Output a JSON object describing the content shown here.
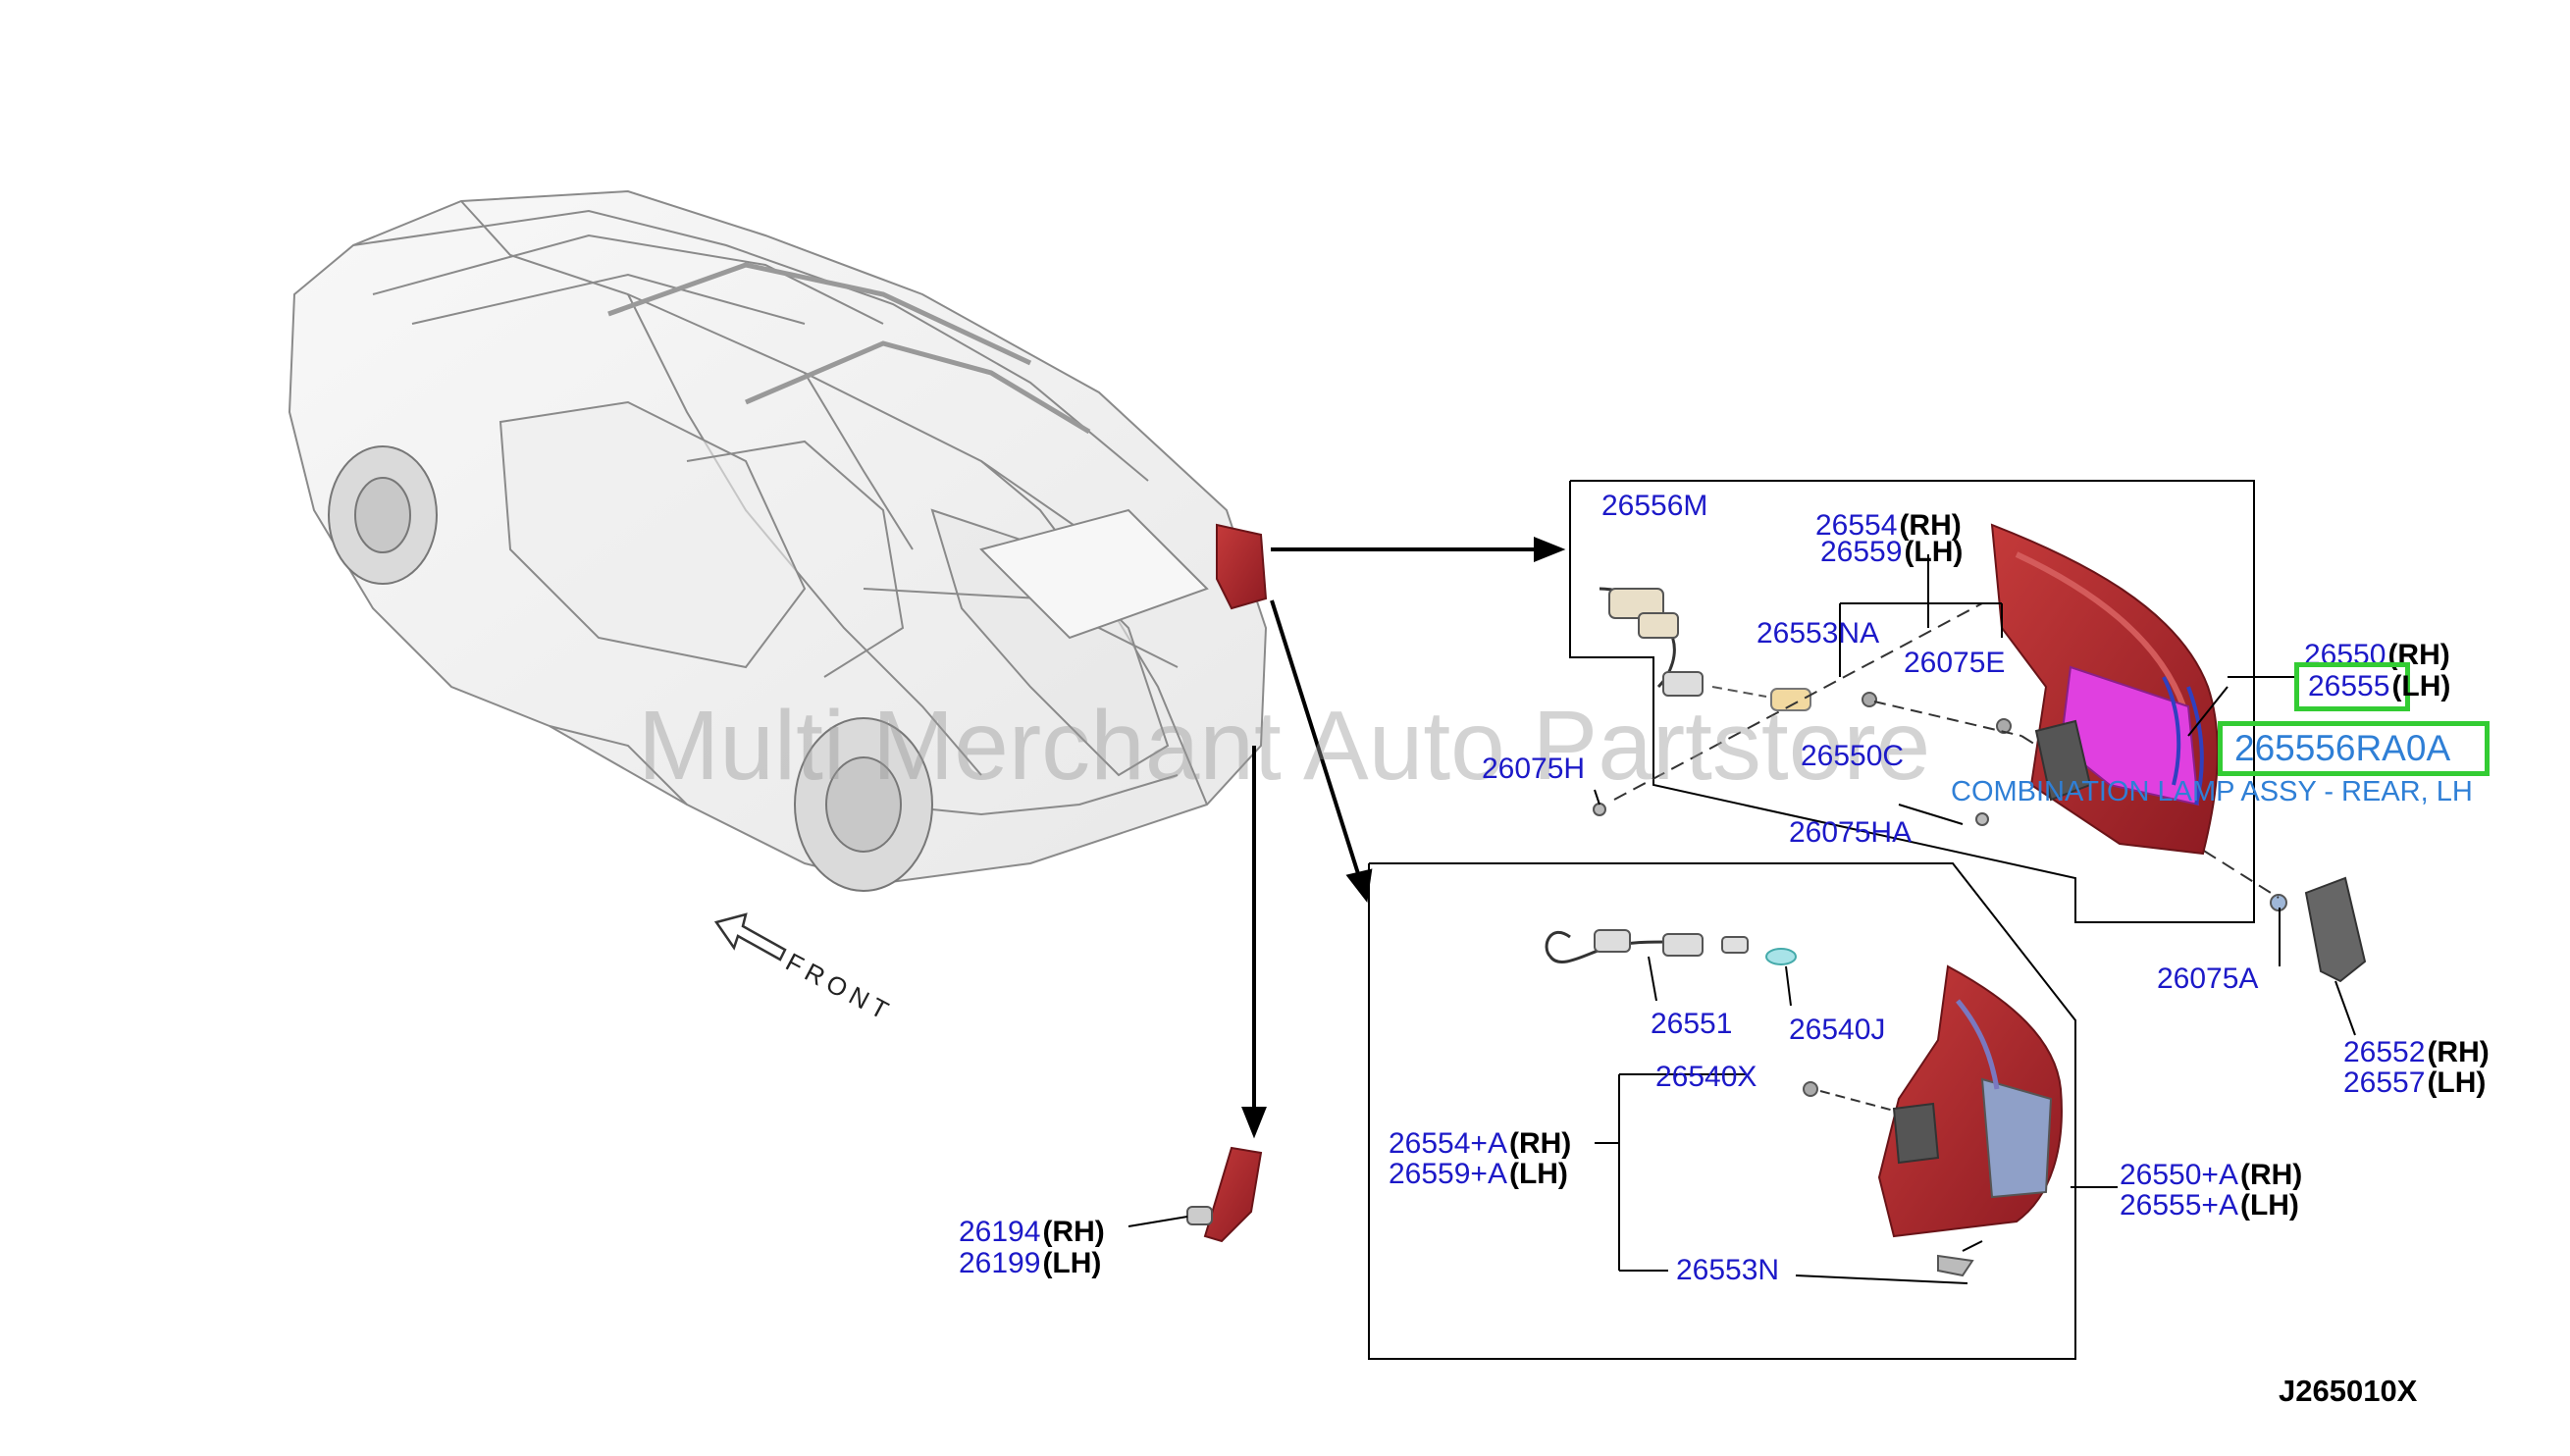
{
  "watermark": "Multi Merchant Auto Partstore",
  "front_label": "FRONT",
  "diagram_code": "J265010X",
  "selected": {
    "part_number": "265556RA0A",
    "description": "COMBINATION LAMP ASSY - REAR, LH",
    "highlight_color": "#33cc33",
    "text_color": "#2f7fd6"
  },
  "colors": {
    "part_number": "#1c19c8",
    "lamp_red": "#b3232b",
    "lamp_magenta": "#e040e0"
  },
  "callouts": {
    "p26556M": "26556M",
    "p26554": "26554",
    "p26559": "26559",
    "p26553NA": "26553NA",
    "p26075E": "26075E",
    "p26550": "26550",
    "p26555": "26555",
    "p26550C": "26550C",
    "p26075H": "26075H",
    "p26075HA": "26075HA",
    "p26075A": "26075A",
    "p26552": "26552",
    "p26557": "26557",
    "p26551": "26551",
    "p26540J": "26540J",
    "p26540X": "26540X",
    "p26554A": "26554+A",
    "p26559A": "26559+A",
    "p26550A": "26550+A",
    "p26555A": "26555+A",
    "p26553N": "26553N",
    "p26194": "26194",
    "p26199": "26199"
  },
  "sides": {
    "rh": "(RH)",
    "lh": "(LH)"
  }
}
